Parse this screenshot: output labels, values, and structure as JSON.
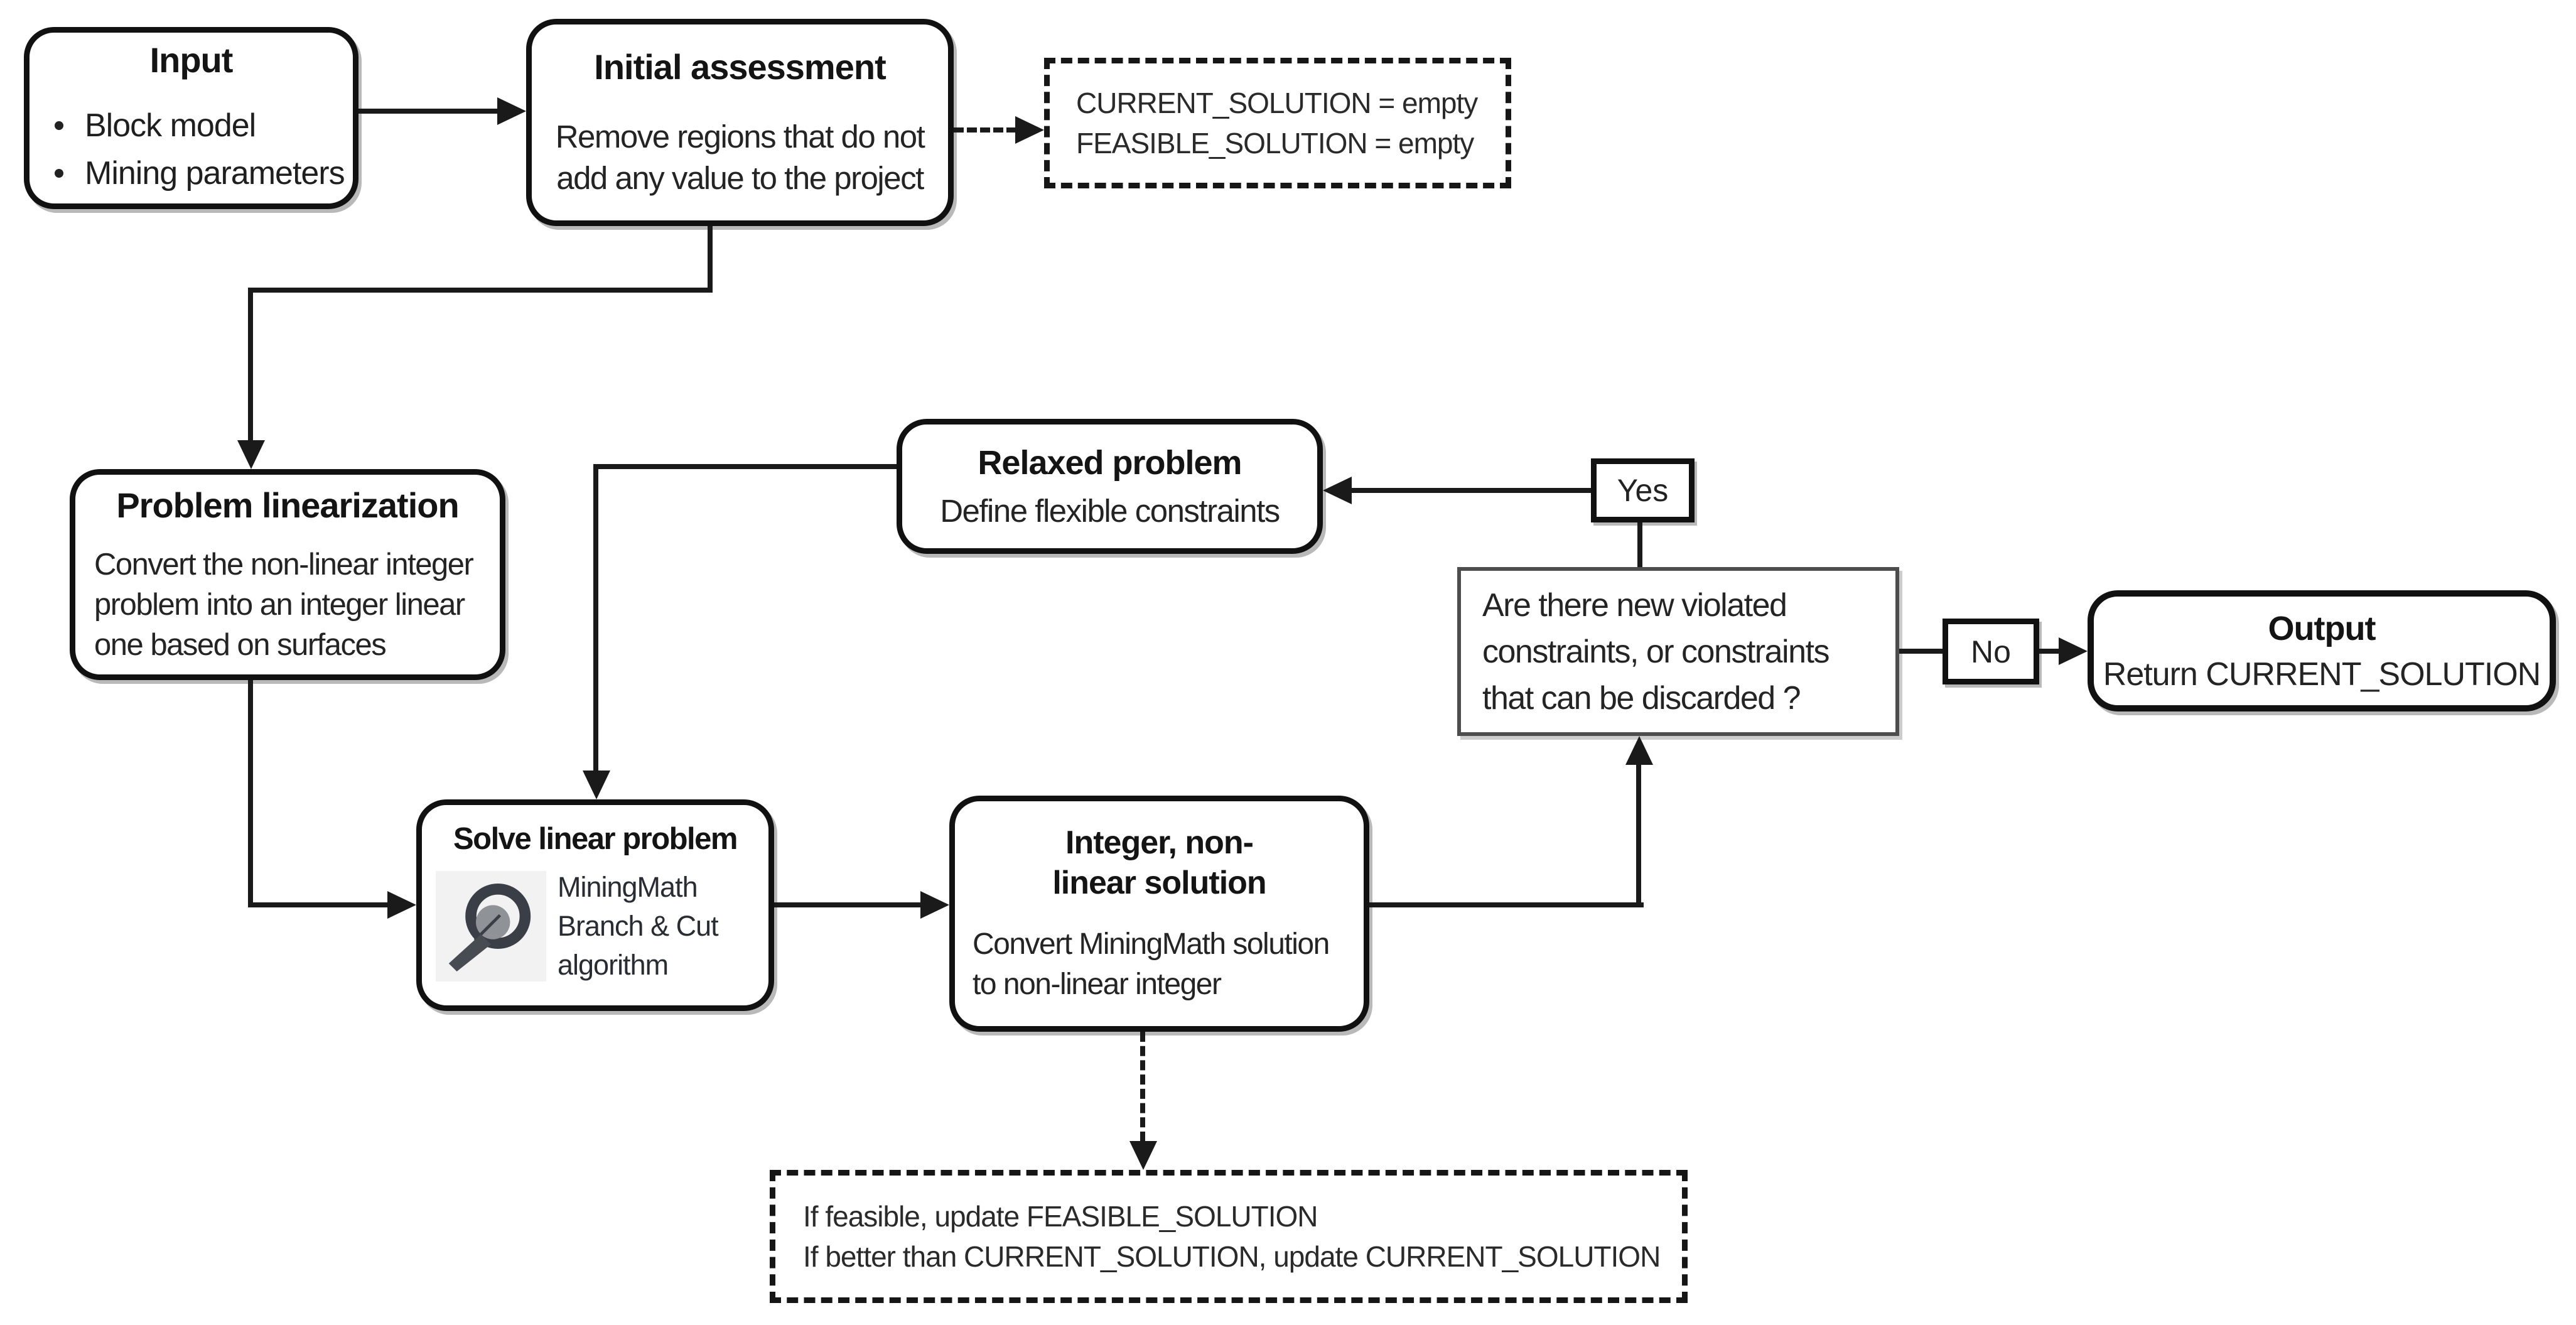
{
  "diagram": {
    "colors": {
      "line": "#1a1a1a",
      "box_border": "#111111",
      "decision_border": "#4d4d4d",
      "text": "#1f1f1f",
      "background": "#ffffff",
      "icon_ring": "#3a3e46",
      "icon_fill": "#8f9296",
      "icon_background": "#f2f2f2"
    },
    "nodes": {
      "input": {
        "title": "Input",
        "bullets": [
          "Block model",
          "Mining parameters"
        ]
      },
      "initial_assessment": {
        "title": "Initial assessment",
        "body": "Remove regions that do not add any value to the project"
      },
      "init_note": {
        "line1": "CURRENT_SOLUTION = empty",
        "line2": "FEASIBLE_SOLUTION = empty"
      },
      "problem_linearization": {
        "title": "Problem linearization",
        "body": "Convert the non-linear integer problem into an integer linear one based on surfaces"
      },
      "relaxed_problem": {
        "title": "Relaxed problem",
        "body": "Define flexible constraints"
      },
      "solve_linear": {
        "title": "Solve linear problem",
        "body": "MiningMath Branch & Cut algorithm",
        "icon": "magnifier-icon"
      },
      "integer_solution": {
        "title": "Integer, non-linear solution",
        "body": "Convert MiningMath solution to non-linear integer"
      },
      "decision": {
        "question": "Are there new violated constraints, or constraints that can be discarded ?"
      },
      "yes_label": "Yes",
      "no_label": "No",
      "output": {
        "title": "Output",
        "body": "Return CURRENT_SOLUTION"
      },
      "update_note": {
        "line1": "If feasible, update FEASIBLE_SOLUTION",
        "line2": "If better than CURRENT_SOLUTION, update CURRENT_SOLUTION"
      }
    }
  }
}
